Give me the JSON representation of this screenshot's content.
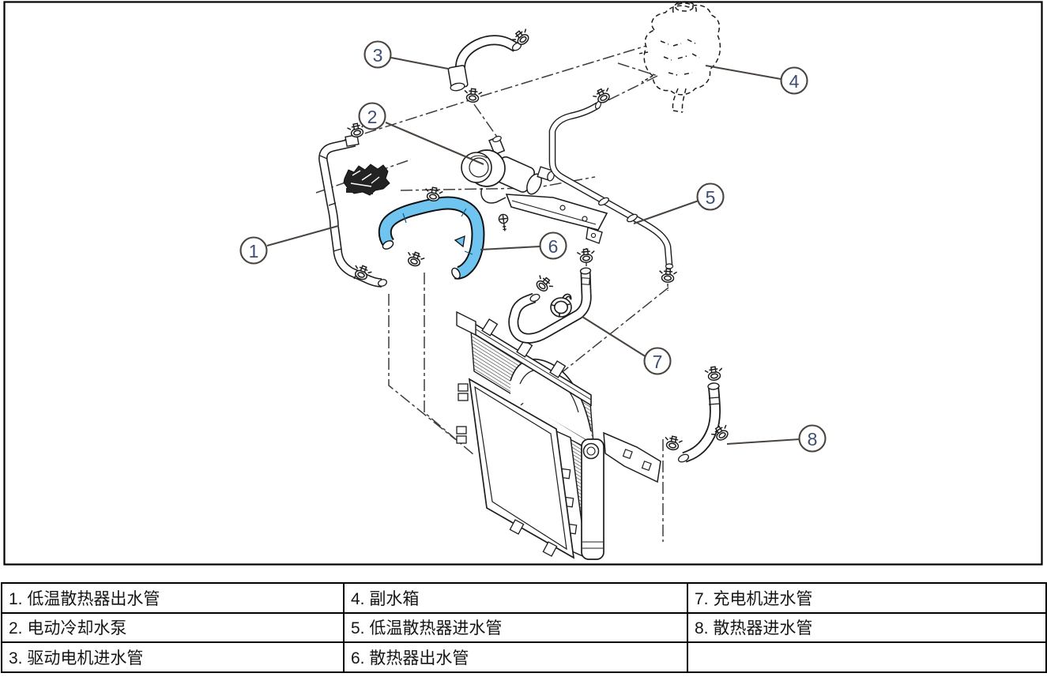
{
  "colors": {
    "highlight_hose": "#6FC5EF",
    "line": "#1d1d1d",
    "callout_stroke": "#4a4440",
    "callout_number": "#3d4d73"
  },
  "callouts": [
    {
      "label": "1"
    },
    {
      "label": "2"
    },
    {
      "label": "3"
    },
    {
      "label": "4"
    },
    {
      "label": "5"
    },
    {
      "label": "6"
    },
    {
      "label": "7"
    },
    {
      "label": "8"
    }
  ],
  "table": {
    "rows": [
      [
        "1. 低温散热器出水管",
        "4. 副水箱",
        "7. 充电机进水管"
      ],
      [
        "2. 电动冷却水泵",
        "5. 低温散热器进水管",
        "8. 散热器进水管"
      ],
      [
        "3. 驱动电机进水管",
        "6. 散热器出水管",
        ""
      ]
    ]
  }
}
